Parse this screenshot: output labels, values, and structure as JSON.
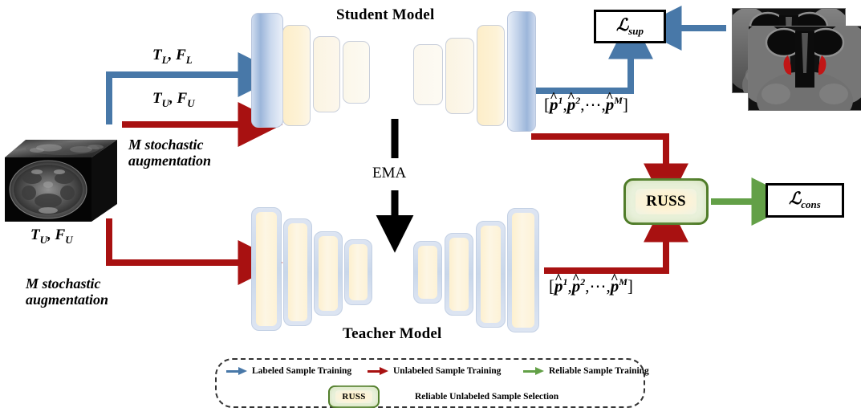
{
  "figure": {
    "type": "diagram",
    "description": "Mean-teacher semi-supervised segmentation framework with RUSS reliable unlabeled sample selection"
  },
  "titles": {
    "student_model": "Student Model",
    "teacher_model": "Teacher Model"
  },
  "flow_labels": {
    "labeled_pair": "Tₗ, Fₗ",
    "unlabeled_pair_top": "Tᵤ, Fᵤ",
    "unlabeled_pair_bottom": "Tᵤ, Fᵤ",
    "augmentation_top_line1": "M stochastic",
    "augmentation_top_line2": "augmentation",
    "augmentation_bottom_line1": "M stochastic",
    "augmentation_bottom_line2": "augmentation",
    "ema": "EMA"
  },
  "predictions": {
    "student_output": "[p̂1, p̂2, ⋯, p̂M]",
    "teacher_output": "[p̂1, p̂2, ⋯, p̂M]"
  },
  "losses": {
    "supervised": "ℒsup",
    "consistency": "ℒcons"
  },
  "russ": {
    "label": "RUSS",
    "legend_label": "RUSS"
  },
  "legend": {
    "items": [
      {
        "label": "Labeled Sample Training",
        "color": "#4878a8",
        "icon": "arrow-right-icon"
      },
      {
        "label": "Unlabeled Sample Training",
        "color": "#a81111",
        "icon": "arrow-right-icon"
      },
      {
        "label": "Reliable Sample Training",
        "color": "#63a047",
        "icon": "arrow-right-icon"
      }
    ],
    "russ_description": "Reliable Unlabeled Sample Selection"
  },
  "colors": {
    "labeled_blue": "#4878a8",
    "unlabeled_red": "#a81111",
    "reliable_green": "#63a047",
    "ema_black": "#000000",
    "russ_border_green": "#4e7b27",
    "block_yellow": "#fdf0cf",
    "block_blue": "#c9d7ea"
  },
  "inputs": {
    "volume_caption": "3D brain MRI volume",
    "label_images_caption": "Annotated axial MRI slices with red segmentation masks"
  },
  "architecture": {
    "student_encoder_blocks": 4,
    "student_decoder_blocks": 4,
    "teacher_encoder_blocks": 4,
    "teacher_decoder_blocks": 4
  }
}
